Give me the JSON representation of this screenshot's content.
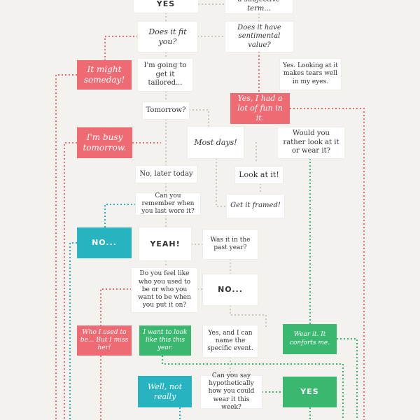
{
  "colors": {
    "background": "#f4f2ee",
    "red": "#ef6b73",
    "teal": "#27b3bf",
    "green": "#3ab86f",
    "grey_line": "#c9c6c2"
  },
  "nodes": {
    "yes_top": "YES",
    "subjective_term": "a subjective term...",
    "does_it_fit": "Does it fit you?",
    "sentimental_value": "Does it have sentimental value?",
    "it_might_someday": "It might someday!",
    "get_it_tailored": "I'm going to get it tailored...",
    "tears_in_eyes": "Yes. Looking at it makes tears well in my eyes.",
    "had_fun": "Yes, I had a lot of fun in it.",
    "tomorrow_q": "Tomorrow?",
    "busy_tomorrow": "I'm busy tomorrow.",
    "most_days": "Most days!",
    "look_or_wear": "Would you rather look at it or wear it?",
    "later_today": "No, later today",
    "look_at_it": "Look at it!",
    "remember_last_wore": "Can you remember when you last wore it?",
    "get_it_framed": "Get it framed!",
    "no_teal": "NO...",
    "yeah": "YEAH!",
    "past_year": "Was it in the past year?",
    "who_you_used_to_be": "Do you feel like who you used to be or who you want to be when you put it on?",
    "no_white": "NO...",
    "who_i_used_to_be": "Who I used to be... But I miss her!",
    "want_to_look": "I want to look like this this year.",
    "name_event": "Yes, and I can name the specific event.",
    "wear_it": "Wear it. It conforts me.",
    "well_not_really": "Well, not really",
    "hypothetically_wear": "Can you say hypothetically how you could wear it this week?",
    "yes_green": "YES"
  }
}
